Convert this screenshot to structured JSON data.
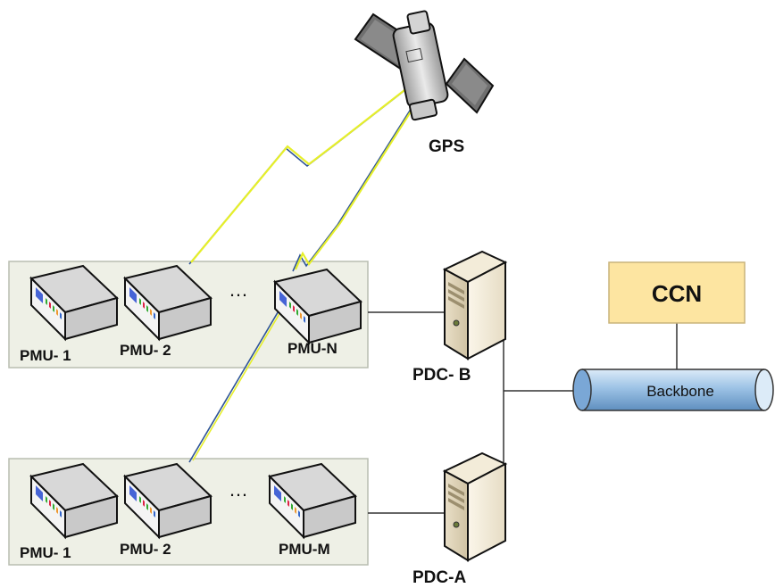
{
  "gps": {
    "label": "GPS"
  },
  "ccn": {
    "label": "CCN",
    "fill": "#fde5a1",
    "stroke": "#c9b37a"
  },
  "backbone": {
    "label": "Backbone"
  },
  "pdc_b": {
    "label": "PDC- B"
  },
  "pdc_a": {
    "label": "PDC-A"
  },
  "group_top": {
    "pmus": [
      {
        "label": "PMU- 1"
      },
      {
        "label": "PMU- 2"
      },
      {
        "label": "PMU-N"
      }
    ],
    "ellipsis": "…"
  },
  "group_bottom": {
    "pmus": [
      {
        "label": "PMU- 1"
      },
      {
        "label": "PMU- 2"
      },
      {
        "label": "PMU-M"
      }
    ],
    "ellipsis": "…"
  },
  "colors": {
    "group_fill": "#eef0e6",
    "group_stroke": "#b9bdb1",
    "gps_link_yellow": "#e6ef2a",
    "gps_link_blue": "#2f5597",
    "backbone_fill": "#9dc3e6",
    "connector": "#333333"
  }
}
